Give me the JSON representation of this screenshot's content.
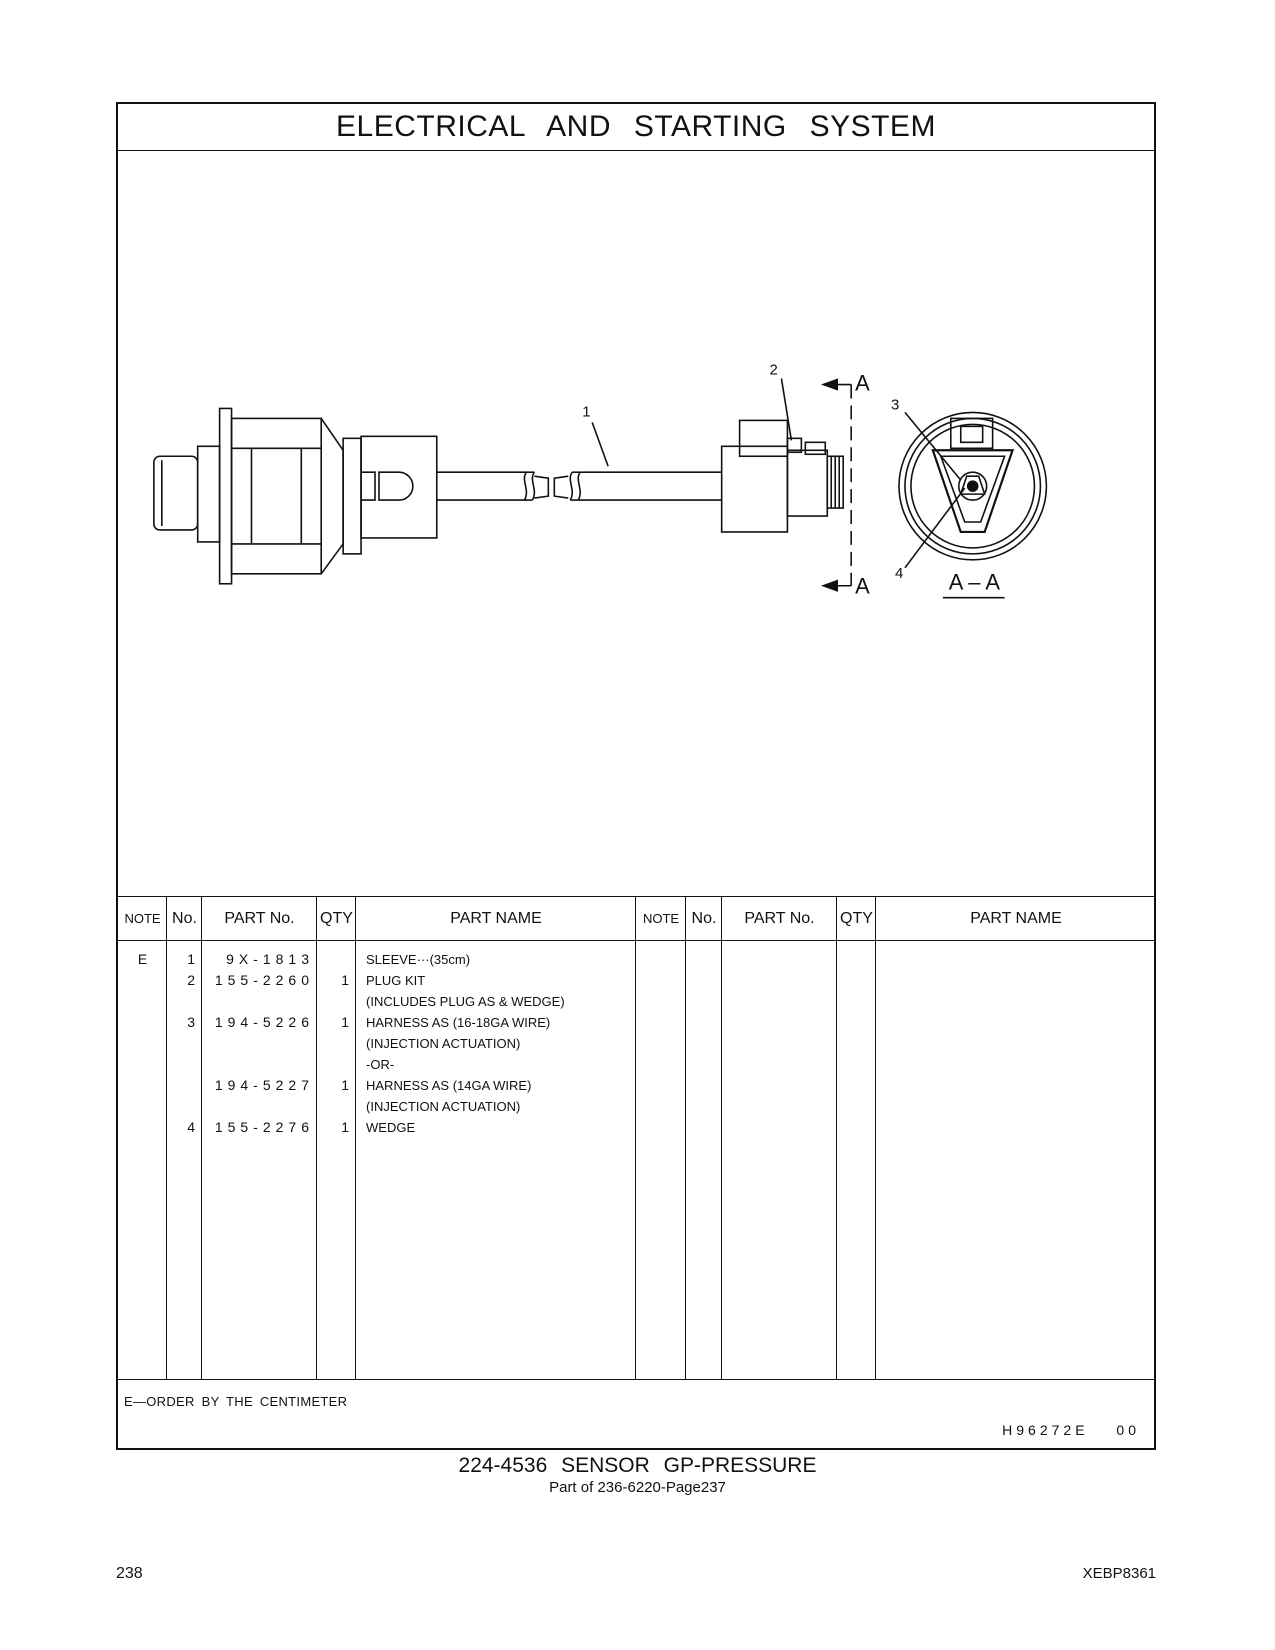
{
  "header": {
    "title": "ELECTRICAL AND STARTING SYSTEM"
  },
  "callouts": [
    "1",
    "2",
    "3",
    "4"
  ],
  "section": {
    "marker": "A",
    "view_label": "A – A"
  },
  "table": {
    "headers": [
      "NOTE",
      "No.",
      "PART No.",
      "QTY",
      "PART NAME",
      "NOTE",
      "No.",
      "PART No.",
      "QTY",
      "PART NAME"
    ],
    "rows": [
      {
        "note": "E",
        "no": "1",
        "part_no": "9X-1813",
        "qty": "",
        "name": "SLEEVE···(35cm)"
      },
      {
        "note": "",
        "no": "2",
        "part_no": "155-2260",
        "qty": "1",
        "name": "PLUG KIT"
      },
      {
        "note": "",
        "no": "",
        "part_no": "",
        "qty": "",
        "name": "(INCLUDES PLUG AS & WEDGE)"
      },
      {
        "note": "",
        "no": "3",
        "part_no": "194-5226",
        "qty": "1",
        "name": "HARNESS AS (16-18GA WIRE)"
      },
      {
        "note": "",
        "no": "",
        "part_no": "",
        "qty": "",
        "name": "(INJECTION ACTUATION)"
      },
      {
        "note": "",
        "no": "",
        "part_no": "",
        "qty": "",
        "name": "-OR-"
      },
      {
        "note": "",
        "no": "",
        "part_no": "194-5227",
        "qty": "1",
        "name": "HARNESS AS (14GA WIRE)"
      },
      {
        "note": "",
        "no": "",
        "part_no": "",
        "qty": "",
        "name": "(INJECTION ACTUATION)"
      },
      {
        "note": "",
        "no": "4",
        "part_no": "155-2276",
        "qty": "1",
        "name": "WEDGE"
      }
    ]
  },
  "footnote": "E—ORDER BY THE CENTIMETER",
  "illustration_id": "H96272E 00",
  "caption": {
    "title": "224-4536 SENSOR GP-PRESSURE",
    "subtitle": "Part of 236-6220-Page237"
  },
  "footer": {
    "page_number": "238",
    "doc_number": "XEBP8361"
  }
}
